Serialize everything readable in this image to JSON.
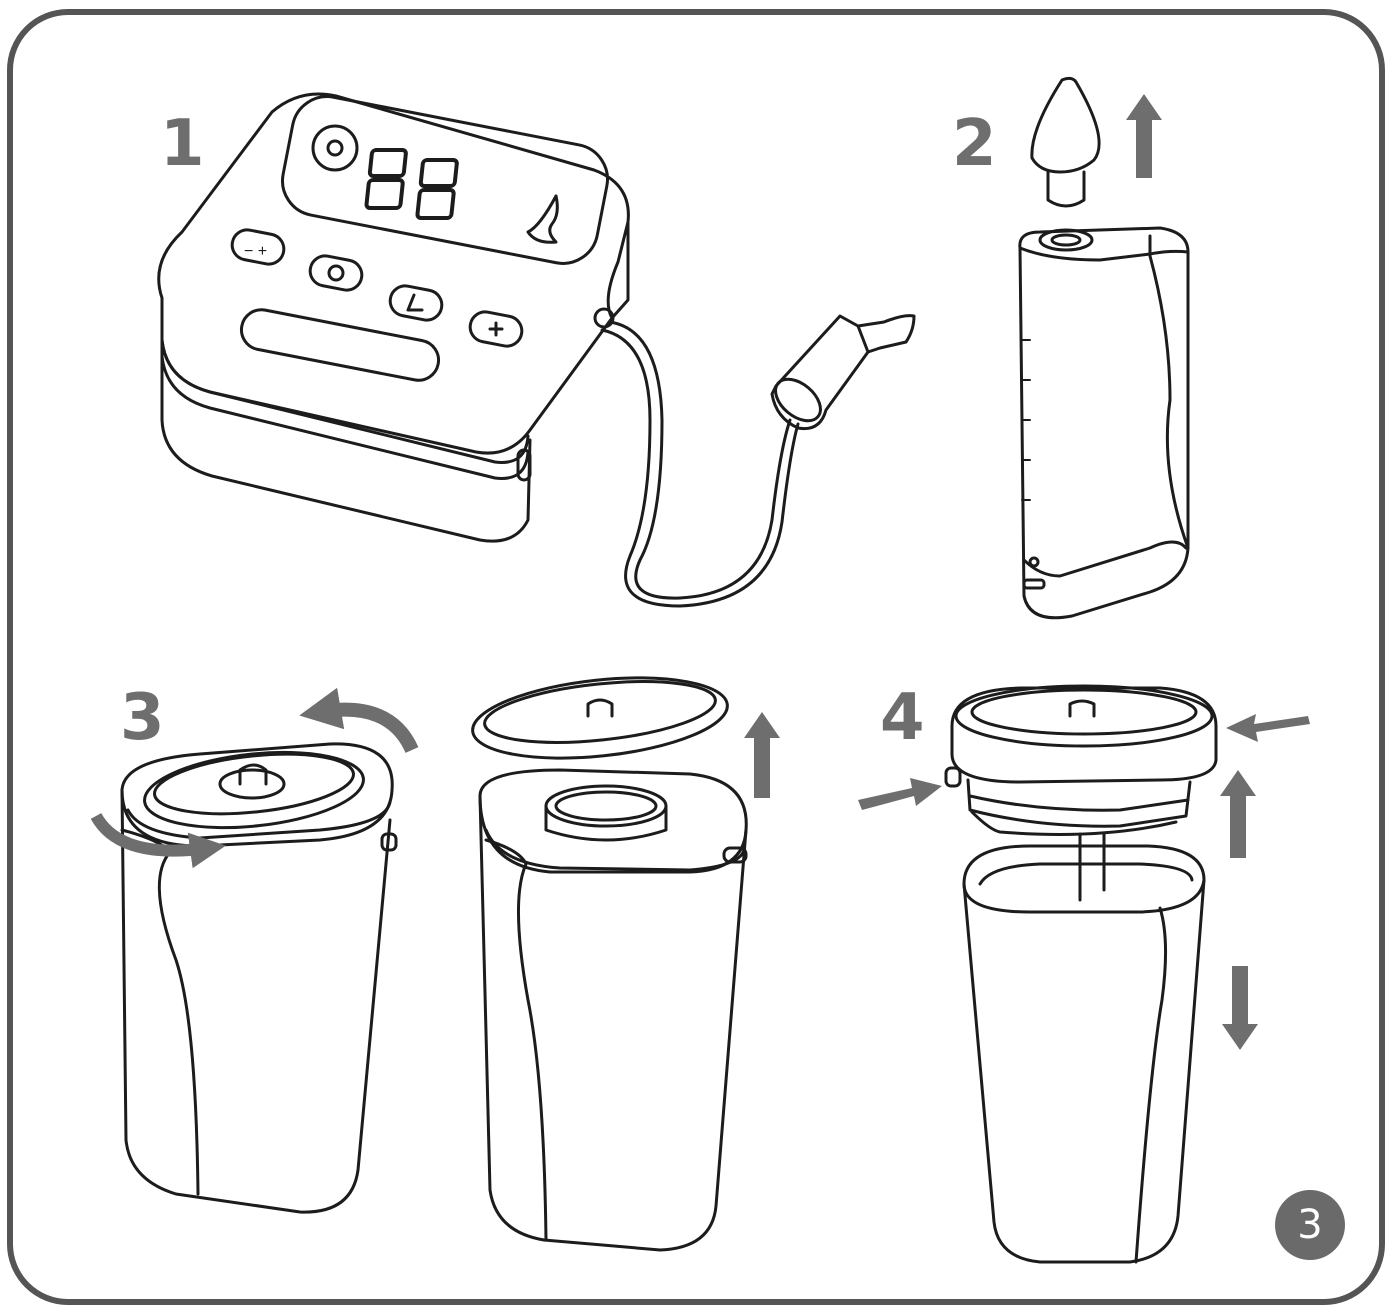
{
  "steps": [
    {
      "number": "1"
    },
    {
      "number": "2"
    },
    {
      "number": "3"
    },
    {
      "number": "4"
    }
  ],
  "device": {
    "display_digits": "88"
  },
  "page_number": "3",
  "colors": {
    "line": "#1c1c1c",
    "arrow": "#6e6e6e",
    "frame": "#555555",
    "badge": "#6a6a6a"
  },
  "icons": [
    "power-dial-icon",
    "nose-icon",
    "minus-plus-icon",
    "power-icon",
    "flame-icon",
    "plus-icon",
    "arrow-up-icon",
    "arrow-down-icon",
    "arrow-right-icon",
    "arrow-left-icon",
    "rotate-arrow-icon"
  ]
}
